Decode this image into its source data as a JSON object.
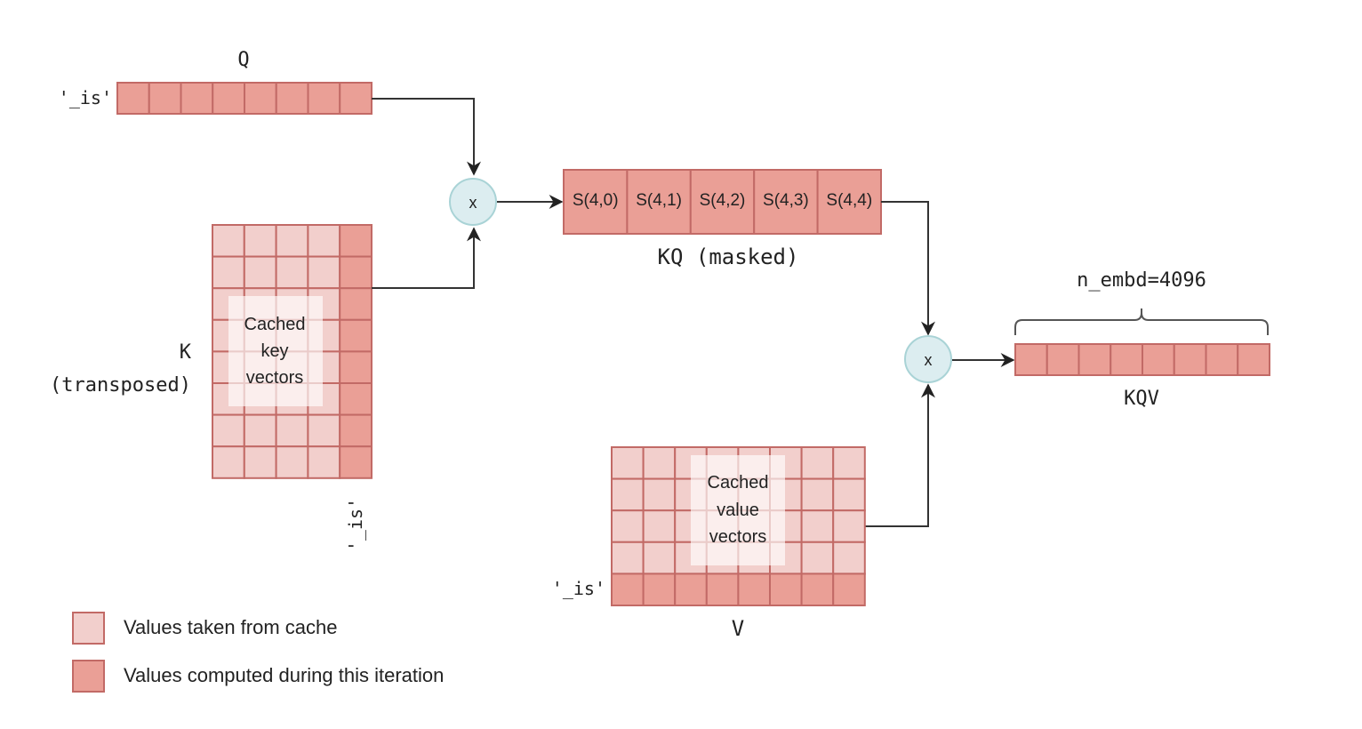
{
  "colors": {
    "computed": "#ea9f96",
    "cached": "#f2cfcc",
    "cell_border": "#c26a66",
    "operator_fill": "#dcedf0",
    "operator_border": "#a9d3d6",
    "edge": "#333333"
  },
  "q": {
    "title": "Q",
    "token_label": "'_is'",
    "cells": 8
  },
  "k": {
    "title": "K",
    "subtitle": "(transposed)",
    "overlay_lines": [
      "Cached",
      "key",
      "vectors"
    ],
    "token_label": "'_is'",
    "rows": 8,
    "cols": 5,
    "computed_col": 4
  },
  "op1": {
    "symbol": "x"
  },
  "kq": {
    "title": "KQ (masked)",
    "cells": [
      "S(4,0)",
      "S(4,1)",
      "S(4,2)",
      "S(4,3)",
      "S(4,4)"
    ]
  },
  "v": {
    "title": "V",
    "overlay_lines": [
      "Cached",
      "value",
      "vectors"
    ],
    "token_label": "'_is'",
    "rows": 5,
    "cols": 8,
    "computed_row": 4
  },
  "op2": {
    "symbol": "x"
  },
  "kqv": {
    "title": "KQV",
    "brace_label": "n_embd=4096",
    "cells": 8
  },
  "legend": {
    "items": [
      {
        "type": "cached",
        "label": "Values taken from cache"
      },
      {
        "type": "computed",
        "label": "Values computed during this iteration"
      }
    ]
  }
}
